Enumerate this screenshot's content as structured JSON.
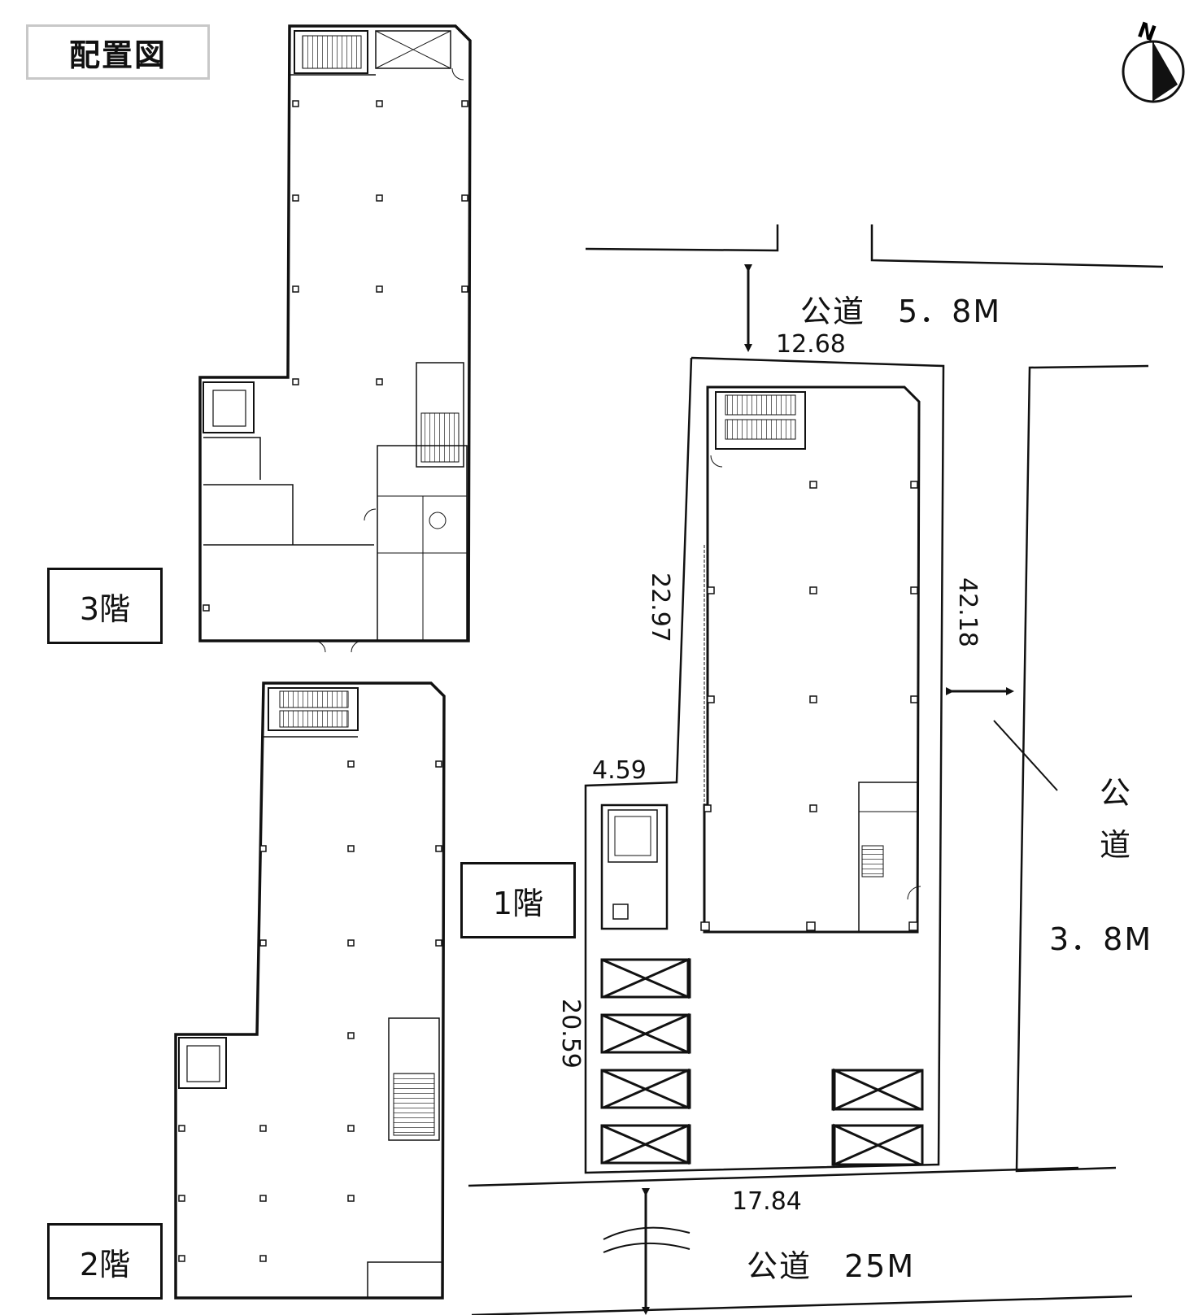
{
  "title": "配置図",
  "floors": {
    "f1": "1階",
    "f2": "2階",
    "f3": "3階"
  },
  "roads": {
    "north": "公道　5．8M",
    "east_1": "公",
    "east_2": "道",
    "east_3": "3．8M",
    "south": "公道　25M"
  },
  "dimensions": {
    "north_edge": "12.68",
    "west_upper": "22.97",
    "step": "4.59",
    "west_lower": "20.59",
    "east_edge": "42.18",
    "south_edge": "17.84"
  },
  "compass_label": "N",
  "parking_spaces": 6
}
